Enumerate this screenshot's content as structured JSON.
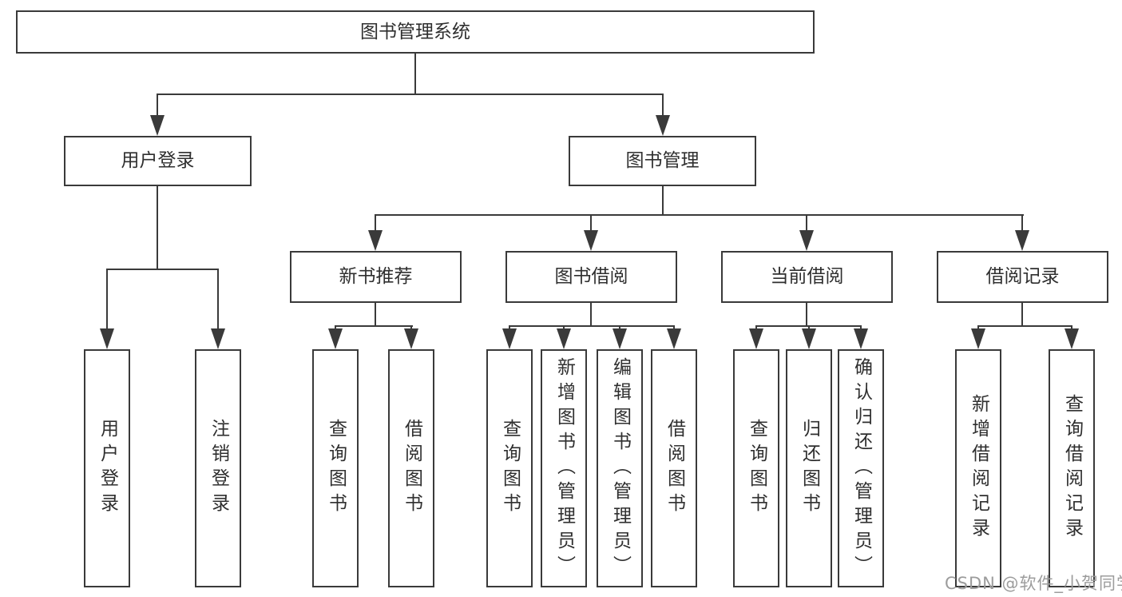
{
  "diagram": {
    "root": {
      "label": "图书管理系统"
    },
    "level1": [
      {
        "label": "用户登录"
      },
      {
        "label": "图书管理"
      }
    ],
    "level2": [
      {
        "label": "新书推荐"
      },
      {
        "label": "图书借阅"
      },
      {
        "label": "当前借阅"
      },
      {
        "label": "借阅记录"
      }
    ],
    "leaves": {
      "user_login": [
        "用户登录",
        "注销登录"
      ],
      "new_books": [
        "查询图书",
        "借阅图书"
      ],
      "book_borrowing": [
        "查询图书",
        "新增图书（管理员）",
        "编辑图书（管理员）",
        "借阅图书"
      ],
      "current_borrowing": [
        "查询图书",
        "归还图书",
        "确认归还（管理员）"
      ],
      "borrow_records": [
        "新增借阅记录",
        "查询借阅记录"
      ]
    },
    "watermark": "CSDN @软件_小贺同学",
    "colors": {
      "line": "#3a3a3a",
      "text": "#2f2f2f",
      "watermark": "#9c9c9c",
      "background": "#ffffff"
    }
  }
}
